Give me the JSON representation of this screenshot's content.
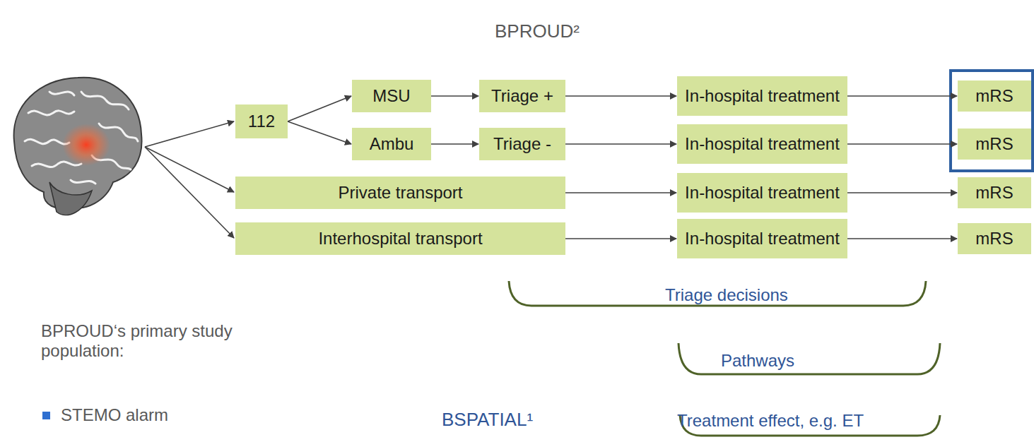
{
  "diagram": {
    "title": "BPROUD²",
    "nodes": [
      {
        "text": [
          "112"
        ]
      },
      {
        "text": [
          "MSU"
        ]
      },
      {
        "text": [
          "Triage +"
        ]
      },
      {
        "text": [
          "In-hospital treatment"
        ]
      },
      {
        "text": [
          "mRS"
        ]
      },
      {
        "text": [
          "Ambu"
        ]
      },
      {
        "text": [
          "Triage -"
        ]
      },
      {
        "text": [
          "In-hospital treatment"
        ]
      },
      {
        "text": [
          "mRS"
        ]
      },
      {
        "text": [
          "Private transport"
        ]
      },
      {
        "text": [
          "In-hospital treatment"
        ]
      },
      {
        "text": [
          "mRS"
        ]
      },
      {
        "text": [
          "Interhospital transport"
        ]
      },
      {
        "text": [
          "In-hospital treatment"
        ]
      },
      {
        "text": [
          "mRS"
        ]
      }
    ],
    "edges": [
      {
        "from": 0,
        "to": 1,
        "arrow": "to"
      },
      {
        "from": 0,
        "to": 5,
        "arrow": "to"
      },
      {
        "from": 1,
        "to": 2,
        "arrow": "to"
      },
      {
        "from": 5,
        "to": 6,
        "arrow": "to"
      },
      {
        "from": 2,
        "to": 3,
        "arrow": "to"
      },
      {
        "from": 6,
        "to": 7,
        "arrow": "to"
      },
      {
        "from": 9,
        "to": 10,
        "arrow": "to"
      },
      {
        "from": 12,
        "to": 13,
        "arrow": "to"
      },
      {
        "from": 3,
        "to": 4,
        "arrow": "to"
      },
      {
        "from": 7,
        "to": 8,
        "arrow": "to"
      },
      {
        "from": 10,
        "to": 11,
        "arrow": "to"
      },
      {
        "from": 13,
        "to": 14,
        "arrow": "to"
      }
    ],
    "labels": [
      "Triage decisions",
      "Pathways",
      "BSPATIAL¹",
      "Treatment effect, e.g. ET",
      "BPROUD‘s primary study population:",
      "STEMO alarm"
    ]
  }
}
